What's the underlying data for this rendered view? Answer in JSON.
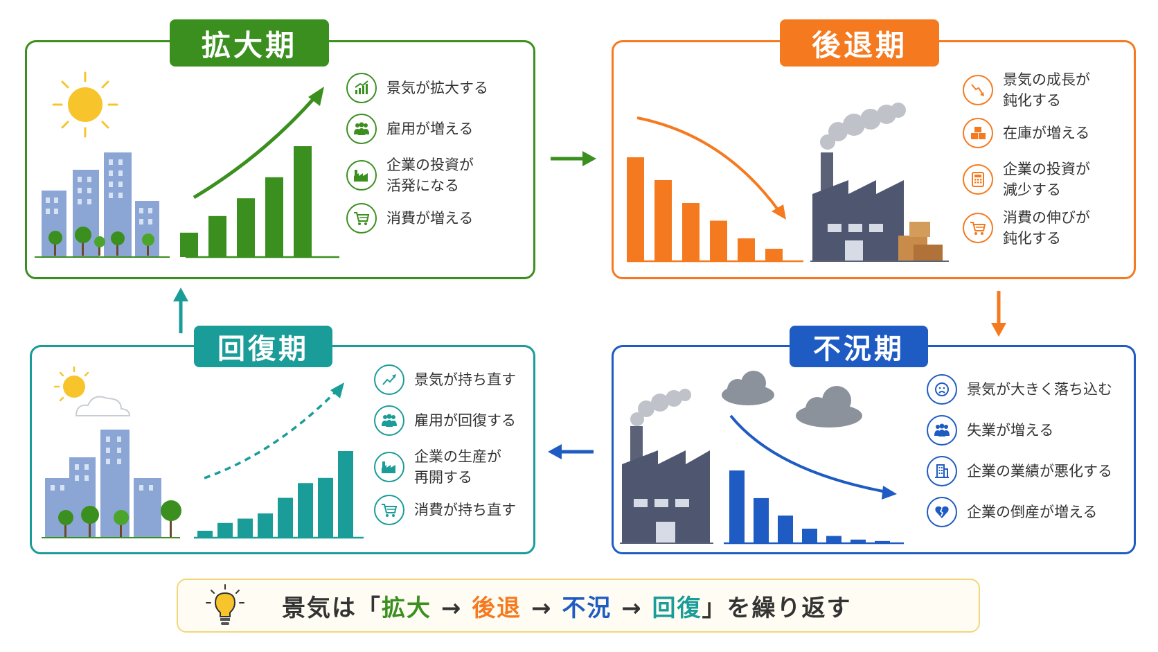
{
  "colors": {
    "expansion": "#3a8f1f",
    "recession": "#f57a1f",
    "depression": "#1e5bc2",
    "recovery": "#1a9c98"
  },
  "expansion": {
    "title": "拡大期",
    "items": [
      {
        "icon": "growth-chart-icon",
        "text": "景気が拡大する"
      },
      {
        "icon": "people-icon",
        "text": "雇用が増える"
      },
      {
        "icon": "factory-icon",
        "text": "企業の投資が\n活発になる"
      },
      {
        "icon": "cart-icon",
        "text": "消費が増える"
      }
    ],
    "bars": [
      0.22,
      0.37,
      0.53,
      0.72,
      1.0
    ]
  },
  "recession": {
    "title": "後退期",
    "items": [
      {
        "icon": "decline-chart-icon",
        "text": "景気の成長が\n鈍化する"
      },
      {
        "icon": "boxes-icon",
        "text": "在庫が増える"
      },
      {
        "icon": "calculator-icon",
        "text": "企業の投資が\n減少する"
      },
      {
        "icon": "cart-icon",
        "text": "消費の伸びが\n鈍化する"
      }
    ],
    "bars": [
      1.0,
      0.78,
      0.56,
      0.39,
      0.22,
      0.12
    ]
  },
  "depression": {
    "title": "不況期",
    "items": [
      {
        "icon": "sad-face-icon",
        "text": "景気が大きく落ち込む"
      },
      {
        "icon": "people-icon",
        "text": "失業が増える"
      },
      {
        "icon": "building-icon",
        "text": "企業の業績が悪化する"
      },
      {
        "icon": "broken-heart-icon",
        "text": "企業の倒産が増える"
      }
    ],
    "bars": [
      1.0,
      0.62,
      0.38,
      0.2,
      0.1,
      0.05,
      0.03
    ]
  },
  "recovery": {
    "title": "回復期",
    "items": [
      {
        "icon": "rising-chart-icon",
        "text": "景気が持ち直す"
      },
      {
        "icon": "people-icon",
        "text": "雇用が回復する"
      },
      {
        "icon": "factory-icon",
        "text": "企業の生産が\n再開する"
      },
      {
        "icon": "cart-icon",
        "text": "消費が持ち直す"
      }
    ],
    "bars": [
      0.08,
      0.17,
      0.22,
      0.28,
      0.46,
      0.63,
      0.69,
      1.0
    ]
  },
  "summary": {
    "prefix": "景気は「",
    "expansion": "拡大",
    "arrow1": " → ",
    "recession": "後退",
    "arrow2": " → ",
    "depression": "不況",
    "arrow3": " → ",
    "recovery": "回復",
    "suffix": "」を繰り返す"
  }
}
